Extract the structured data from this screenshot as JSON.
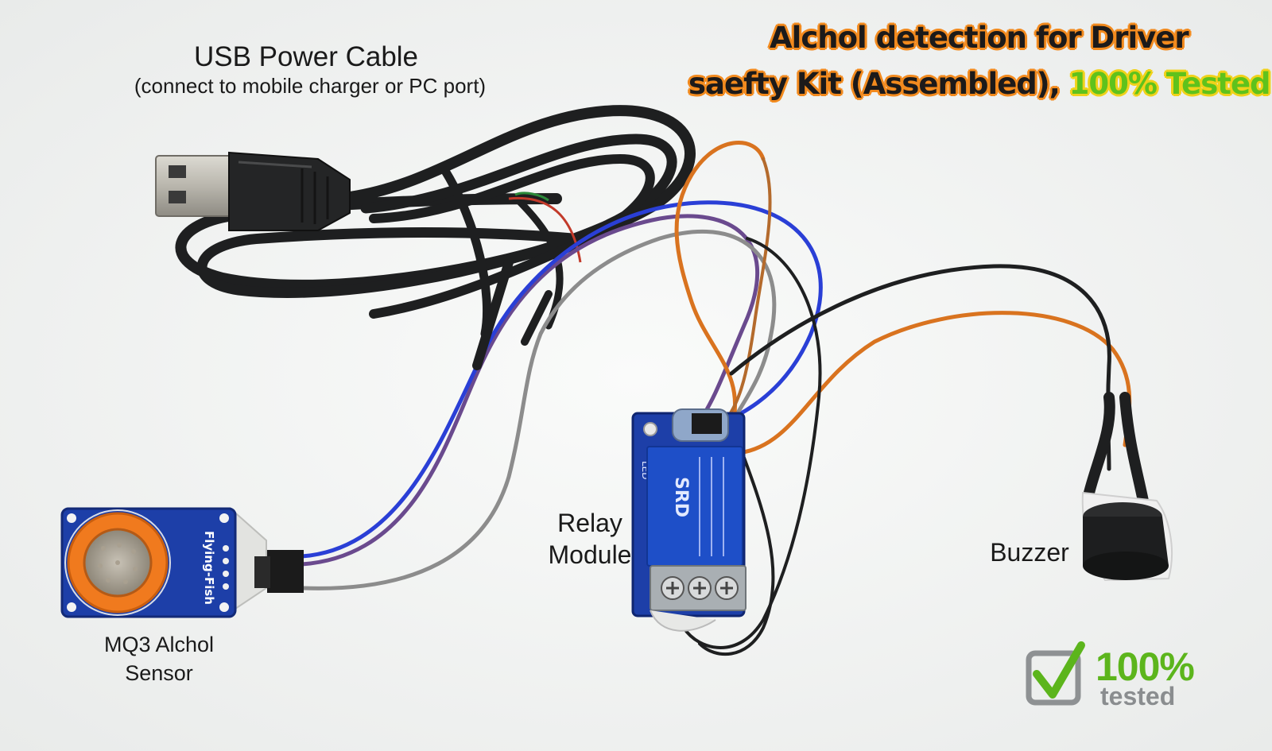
{
  "title": {
    "line1": "Alchol detection for Driver",
    "line2_main": "saefty Kit (Assembled), ",
    "line2_accent": "100% Tested"
  },
  "labels": {
    "usb_title": "USB Power Cable",
    "usb_subtitle": "(connect to mobile charger or PC port)",
    "sensor": "MQ3 Alchol\nSensor",
    "relay": "Relay\nModule",
    "buzzer": "Buzzer"
  },
  "board_text": {
    "sensor_brand": "Flying-Fish",
    "relay_brand": "SRD",
    "relay_led": "LED"
  },
  "badge": {
    "percent": "100%",
    "word": "tested"
  },
  "colors": {
    "background": "#f4f5f4",
    "cable": "#1e1f20",
    "pcb_blue": "#1d3fa8",
    "relay_blue": "#1e4fc8",
    "sensor_orange": "#f07a1e",
    "wire_orange": "#d9731f",
    "wire_purple": "#6a4a8e",
    "wire_blue": "#2a3fd6",
    "wire_gray": "#8c8c8c",
    "badge_green": "#5cb51c"
  }
}
